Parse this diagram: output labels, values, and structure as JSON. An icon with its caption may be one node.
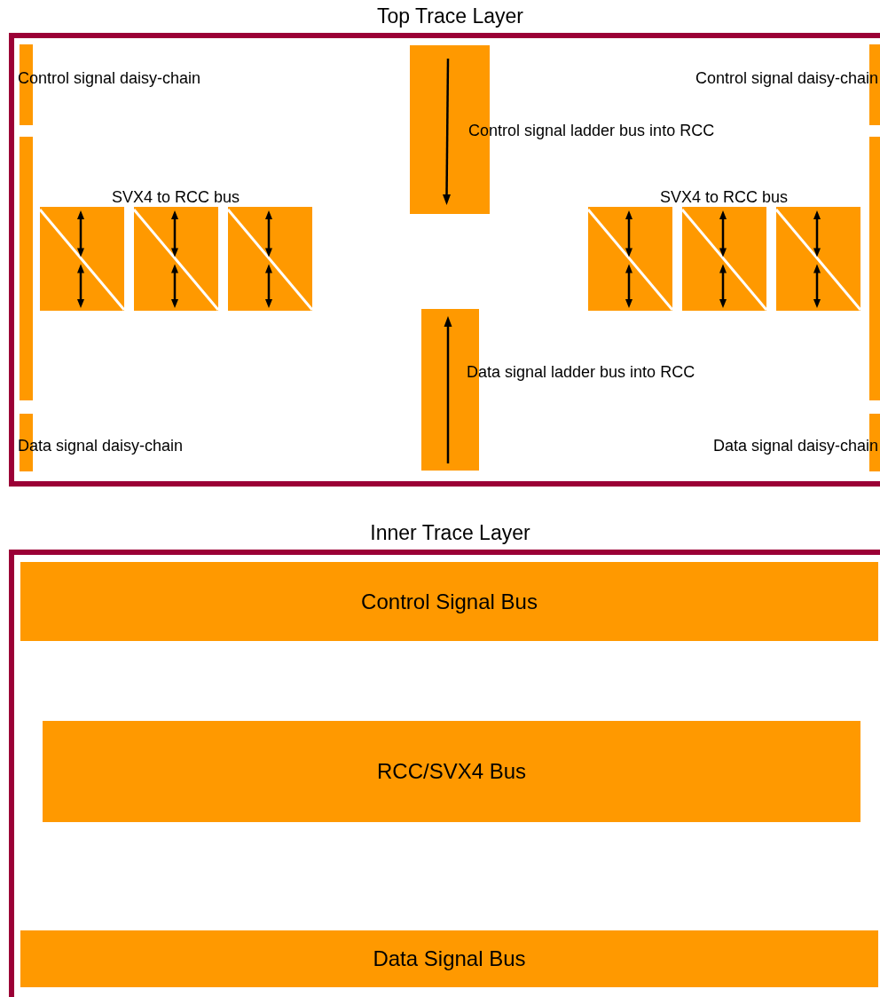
{
  "diagram": {
    "nodes": [
      {
        "text": [
          "Top Trace Layer"
        ]
      },
      {
        "text": [],
        "shape": "bar",
        "in": 0
      },
      {
        "text": [],
        "shape": "bar",
        "in": 0
      },
      {
        "text": [],
        "shape": "bar",
        "in": 0
      },
      {
        "text": [],
        "shape": "bar",
        "in": 0
      },
      {
        "text": [],
        "shape": "bar",
        "in": 0
      },
      {
        "text": [],
        "shape": "box",
        "in": 0
      },
      {
        "text": [],
        "shape": "box",
        "in": 0
      },
      {
        "text": [],
        "shape": "box",
        "in": 0
      },
      {
        "text": [],
        "shape": "box",
        "in": 0
      },
      {
        "text": [],
        "shape": "box",
        "in": 0
      },
      {
        "text": [],
        "shape": "box",
        "in": 0
      },
      {
        "text": [],
        "shape": "bar",
        "in": 0
      },
      {
        "text": [],
        "shape": "bar",
        "in": 0
      },
      {
        "text": [],
        "shape": "bar",
        "in": 0
      },
      {
        "text": [
          "Inner Trace Layer"
        ]
      },
      {
        "text": [
          "Control Signal Bus"
        ],
        "in": 15
      },
      {
        "text": [
          "RCC/SVX4 Bus"
        ],
        "in": 15
      },
      {
        "text": [
          "Data Signal Bus"
        ],
        "in": 15
      }
    ],
    "labels": [
      "Control signal daisy-chain",
      "Control signal daisy-chain",
      "Control signal ladder bus into RCC",
      "SVX4 to RCC bus",
      "SVX4 to RCC bus",
      "Data signal ladder bus into RCC",
      "Data signal daisy-chain",
      "Data signal daisy-chain"
    ]
  }
}
